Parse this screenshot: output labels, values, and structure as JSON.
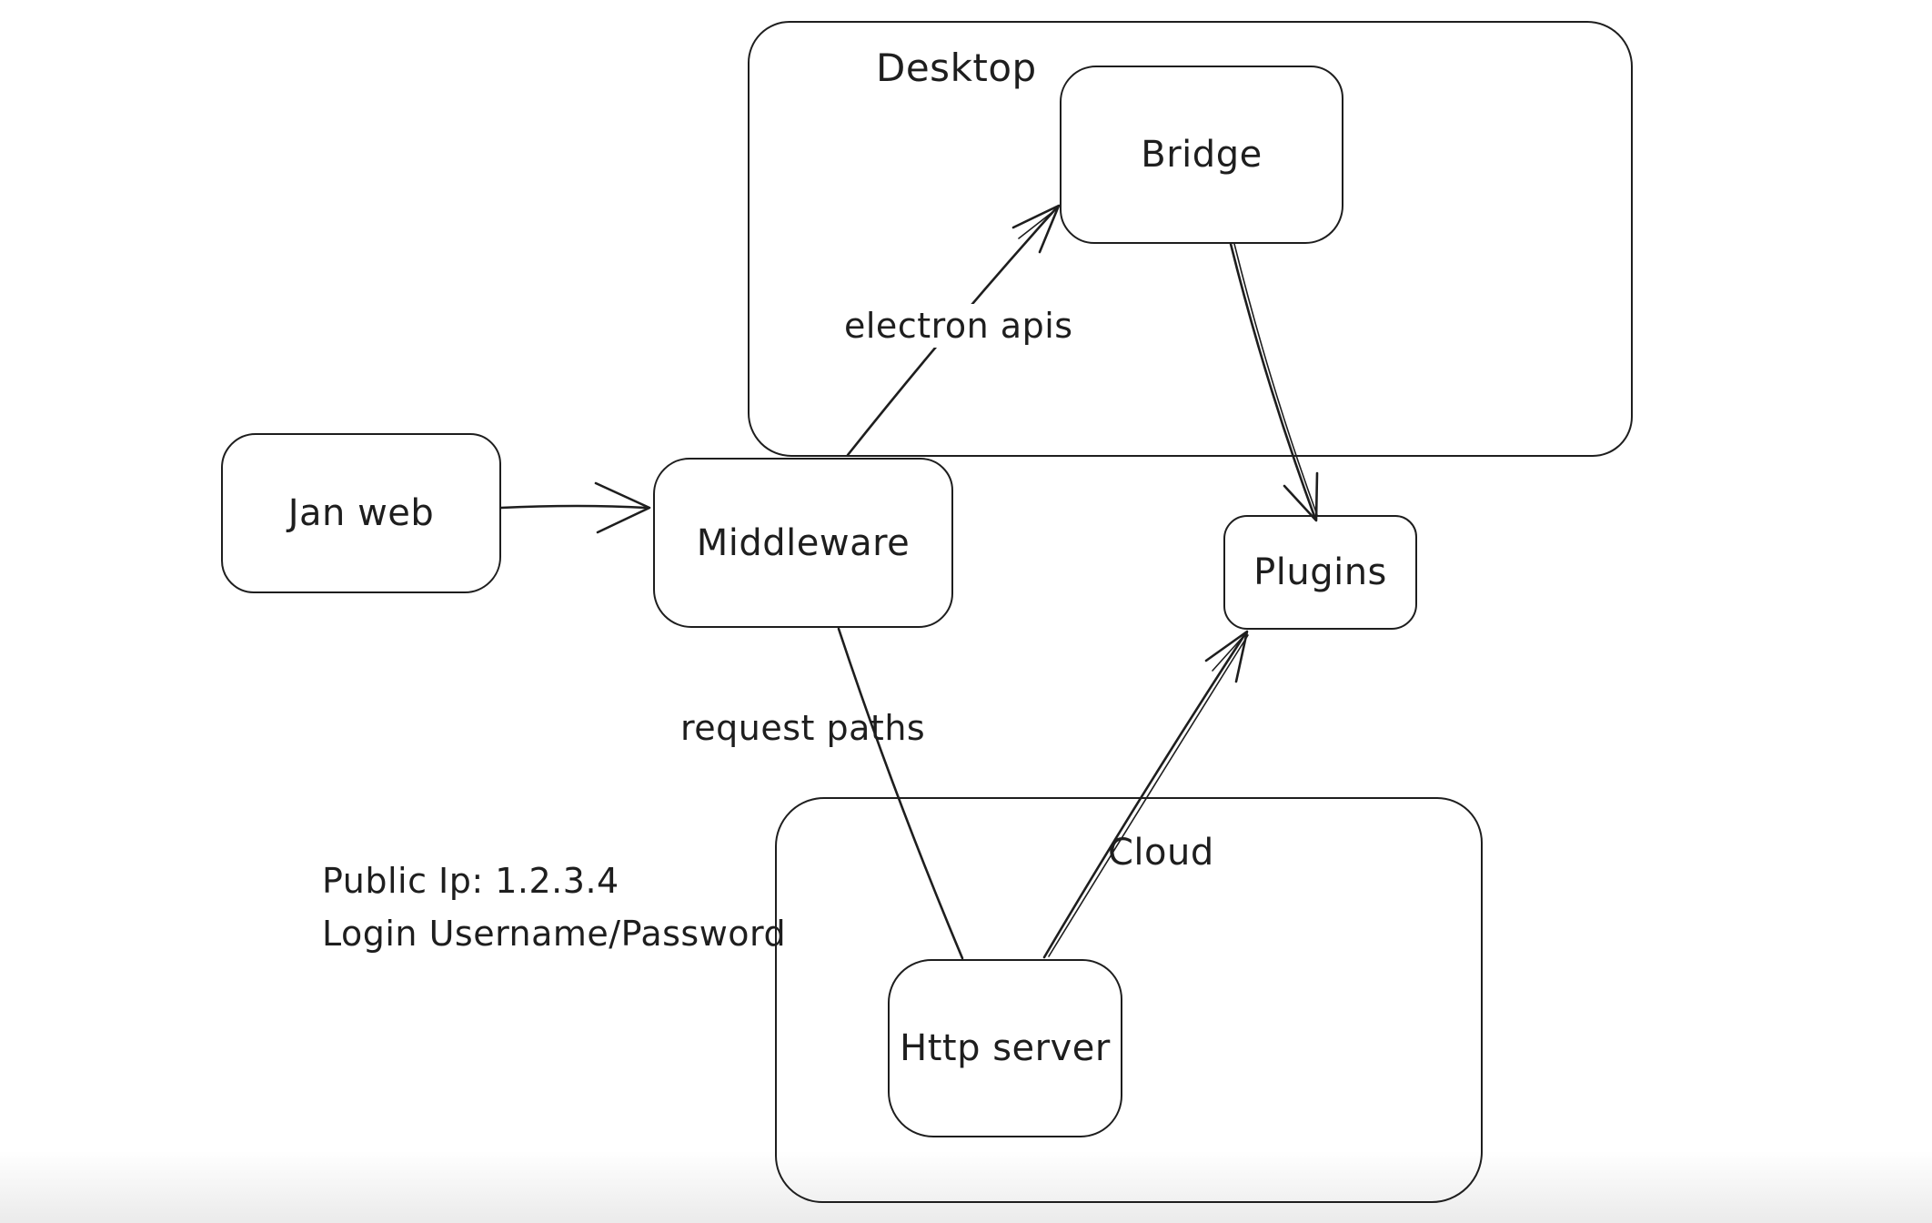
{
  "app": {
    "background_color": "#ffffff",
    "ink_color": "#1e1e1e"
  },
  "containers": {
    "desktop": {
      "label": "Desktop"
    },
    "cloud": {
      "label": "Cloud"
    }
  },
  "nodes": {
    "jan_web": {
      "label": "Jan web"
    },
    "middleware": {
      "label": "Middleware"
    },
    "bridge": {
      "label": "Bridge"
    },
    "plugins": {
      "label": "Plugins"
    },
    "http_server": {
      "label": "Http server"
    }
  },
  "edges": {
    "jan_web_to_middleware": {
      "from": "Jan web",
      "to": "Middleware",
      "label": "",
      "arrowhead": "end"
    },
    "middleware_to_bridge": {
      "from": "Middleware",
      "to": "Bridge",
      "label": "electron apis",
      "arrowhead": "end"
    },
    "bridge_to_plugins": {
      "from": "Bridge",
      "to": "Plugins",
      "label": "",
      "arrowhead": "end"
    },
    "middleware_to_http_server": {
      "from": "Middleware",
      "to": "Http server",
      "label": "request paths",
      "arrowhead": "none"
    },
    "http_server_to_plugins": {
      "from": "Http server",
      "to": "Plugins",
      "label": "",
      "arrowhead": "end"
    }
  },
  "annotations": {
    "public_ip": "Public Ip: 1.2.3.4",
    "login": "Login Username/Password"
  }
}
